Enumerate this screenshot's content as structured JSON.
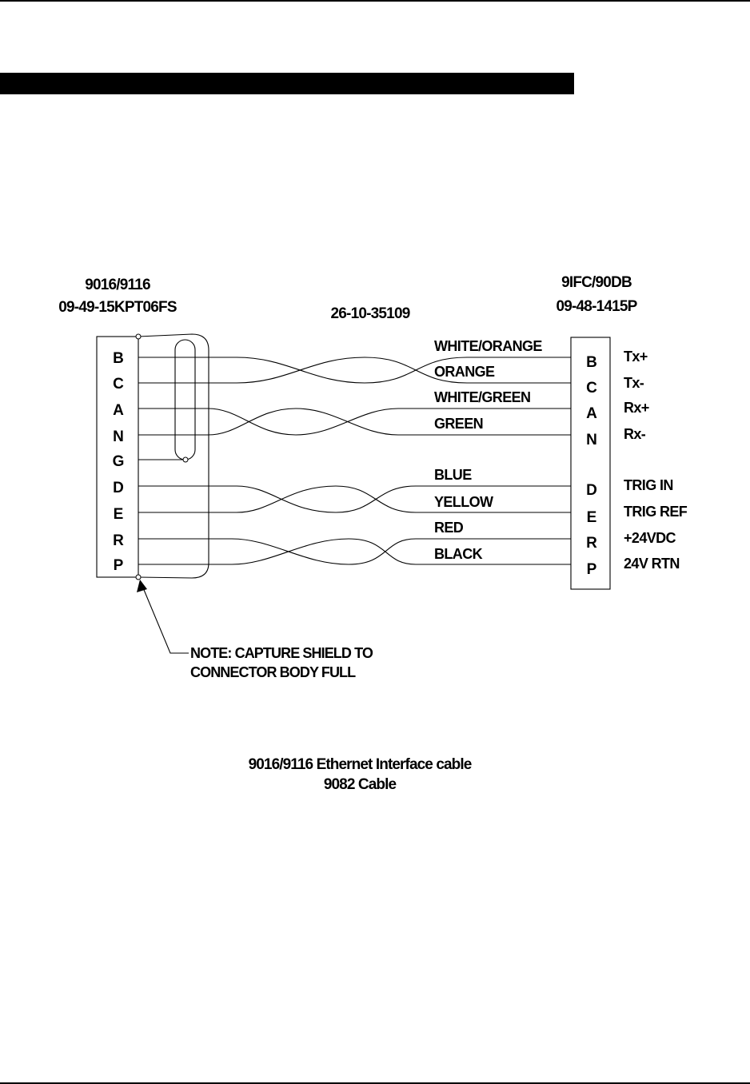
{
  "header_bar": {
    "text": ""
  },
  "left_connector": {
    "model": "9016/9116",
    "part_number": "09-49-15KPT06FS",
    "pins": [
      "B",
      "C",
      "A",
      "N",
      "G",
      "D",
      "E",
      "R",
      "P"
    ]
  },
  "cable": {
    "part_number": "26-10-35109"
  },
  "right_connector": {
    "model": "9IFC/90DB",
    "part_number": "09-48-1415P",
    "pins": [
      "B",
      "C",
      "A",
      "N",
      "D",
      "E",
      "R",
      "P"
    ]
  },
  "wires": [
    "WHITE/ORANGE",
    "ORANGE",
    "WHITE/GREEN",
    "GREEN",
    "BLUE",
    "YELLOW",
    "RED",
    "BLACK"
  ],
  "signals": [
    "Tx+",
    "Tx-",
    "Rx+",
    "Rx-",
    "TRIG IN",
    "TRIG REF",
    "+24VDC",
    "24V RTN"
  ],
  "note": {
    "line1": "NOTE: CAPTURE SHIELD TO",
    "line2": "CONNECTOR BODY FULL"
  },
  "caption": {
    "line1": "9016/9116 Ethernet Interface cable",
    "line2": "9082 Cable"
  }
}
